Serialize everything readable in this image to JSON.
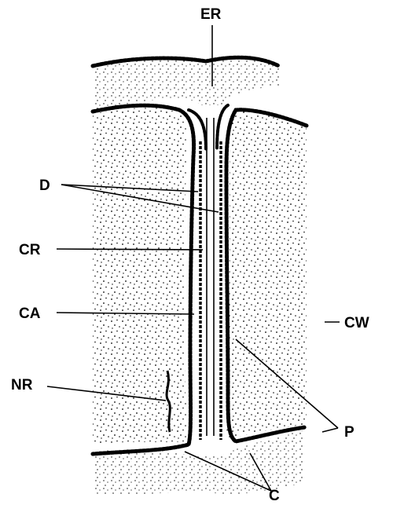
{
  "labels": {
    "er": "ER",
    "d": "D",
    "cr": "CR",
    "ca": "CA",
    "nr": "NR",
    "cw": "CW",
    "p": "P",
    "c": "C"
  },
  "colors": {
    "ink": "#000000",
    "paper": "#ffffff"
  }
}
